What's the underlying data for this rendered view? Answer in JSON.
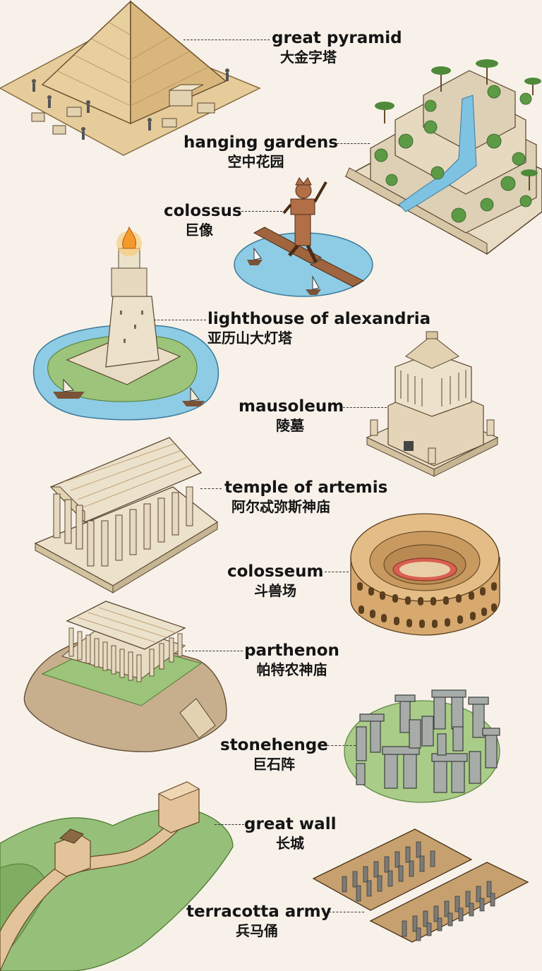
{
  "wonders": [
    {
      "en": "great pyramid",
      "zh": "大金字塔"
    },
    {
      "en": "hanging gardens",
      "zh": "空中花园"
    },
    {
      "en": "colossus",
      "zh": "巨像"
    },
    {
      "en": "lighthouse of alexandria",
      "zh": "亚历山大灯塔"
    },
    {
      "en": "mausoleum",
      "zh": "陵墓"
    },
    {
      "en": "temple of artemis",
      "zh": "阿尔忒弥斯神庙"
    },
    {
      "en": "colosseum",
      "zh": "斗兽场"
    },
    {
      "en": "parthenon",
      "zh": "帕特农神庙"
    },
    {
      "en": "stonehenge",
      "zh": "巨石阵"
    },
    {
      "en": "great wall",
      "zh": "长城"
    },
    {
      "en": "terracotta army",
      "zh": "兵马俑"
    }
  ],
  "colors": {
    "background": "#f7f1e9",
    "sand": "#e3c48f",
    "stone": "#e9dcc4",
    "grass": "#9cc47a",
    "water": "#8ecbe4",
    "torch": "#f39a2a",
    "ink": "#141414"
  }
}
